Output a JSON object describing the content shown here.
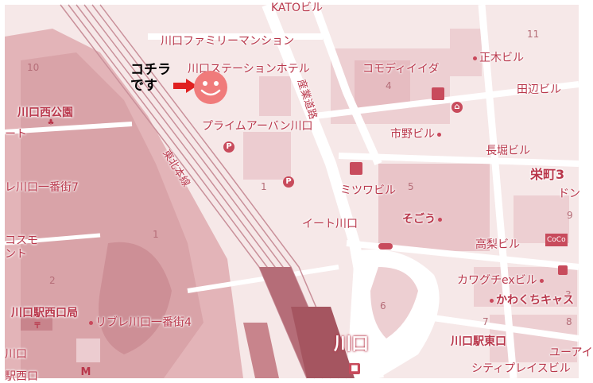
{
  "marker": {
    "text_line1": "コチラ",
    "text_line2": "です",
    "icon": "smiley-face-icon",
    "arrow_icon": "right-arrow-icon",
    "color": "#f07b7b"
  },
  "labels": {
    "kato": "KATOビル",
    "kawaguchi_family": "川口ファミリーマンション",
    "station_hotel": "川口ステーションホテル",
    "komodi": "コモディイイダ",
    "prime": "プライムアーバン川口",
    "sangyo_dori": "産業道路",
    "masaki": "正木ビル",
    "tanabe": "田辺ビル",
    "ichino": "市野ビル",
    "nagahori": "長堀ビル",
    "sakaemachi": "栄町3",
    "tohoku_line": "東北本線",
    "mitsuwa": "ミツワビル",
    "ito_kawaguchi": "イート川口",
    "sogo": "そごう",
    "takanashi": "高梨ビル",
    "kawaguchi_west_park": "川口西公園",
    "ribre_west": "レ川口一番街7",
    "cosmo": "コスモ",
    "cosmo2": "ント",
    "west_post": "川口駅西口局",
    "ribre_ichibangai": "リブレ川口一番街4",
    "kawaguchi_ex": "カワグチexビル",
    "kawaguchi_cast": "かわくちキャス",
    "east_exit": "川口駅東口",
    "station": "川口",
    "city_place": "シティプレイスビル",
    "yua": "ユーアイ",
    "don": "ドン",
    "kawaguchi_left": "川口",
    "west_exit_left": "駅西口",
    "cart": "ート",
    "coco": "CoCo"
  },
  "block_numbers": [
    "11",
    "10",
    "4",
    "1",
    "5",
    "1",
    "9",
    "2",
    "3",
    "6",
    "7",
    "8"
  ],
  "colors": {
    "label": "#b9374b",
    "background": "#f6e8e8",
    "park": "#e2b0b4",
    "road": "#ffffff",
    "rail": "#c98b94"
  }
}
